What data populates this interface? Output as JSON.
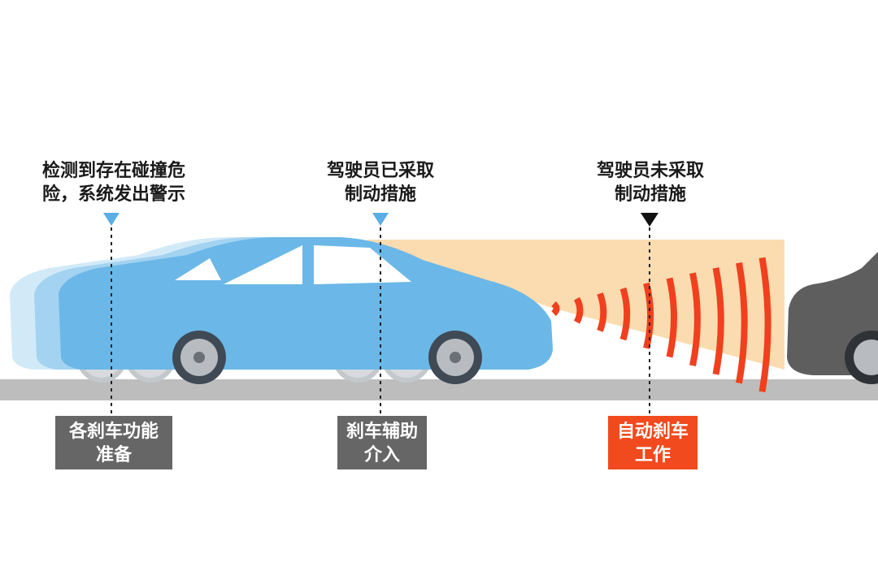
{
  "labels": {
    "detect": "检测到存在碰撞危\n险，系统发出警示",
    "driver_braked": "驾驶员已采取\n制动措施",
    "driver_not_braked": "驾驶员未采取\n制动措施"
  },
  "stages": {
    "prepare": "各刹车功能\n准备",
    "assist": "刹车辅助\n介入",
    "auto": "自动刹车\n工作"
  },
  "colors": {
    "car": "#6bb8e8",
    "beam": "#fbdcb0",
    "wave": "#f0401e",
    "stage_gray": "#666666",
    "stage_red": "#f04a1e",
    "road": "#bdbdbd",
    "front_car": "#5e5e5e"
  }
}
